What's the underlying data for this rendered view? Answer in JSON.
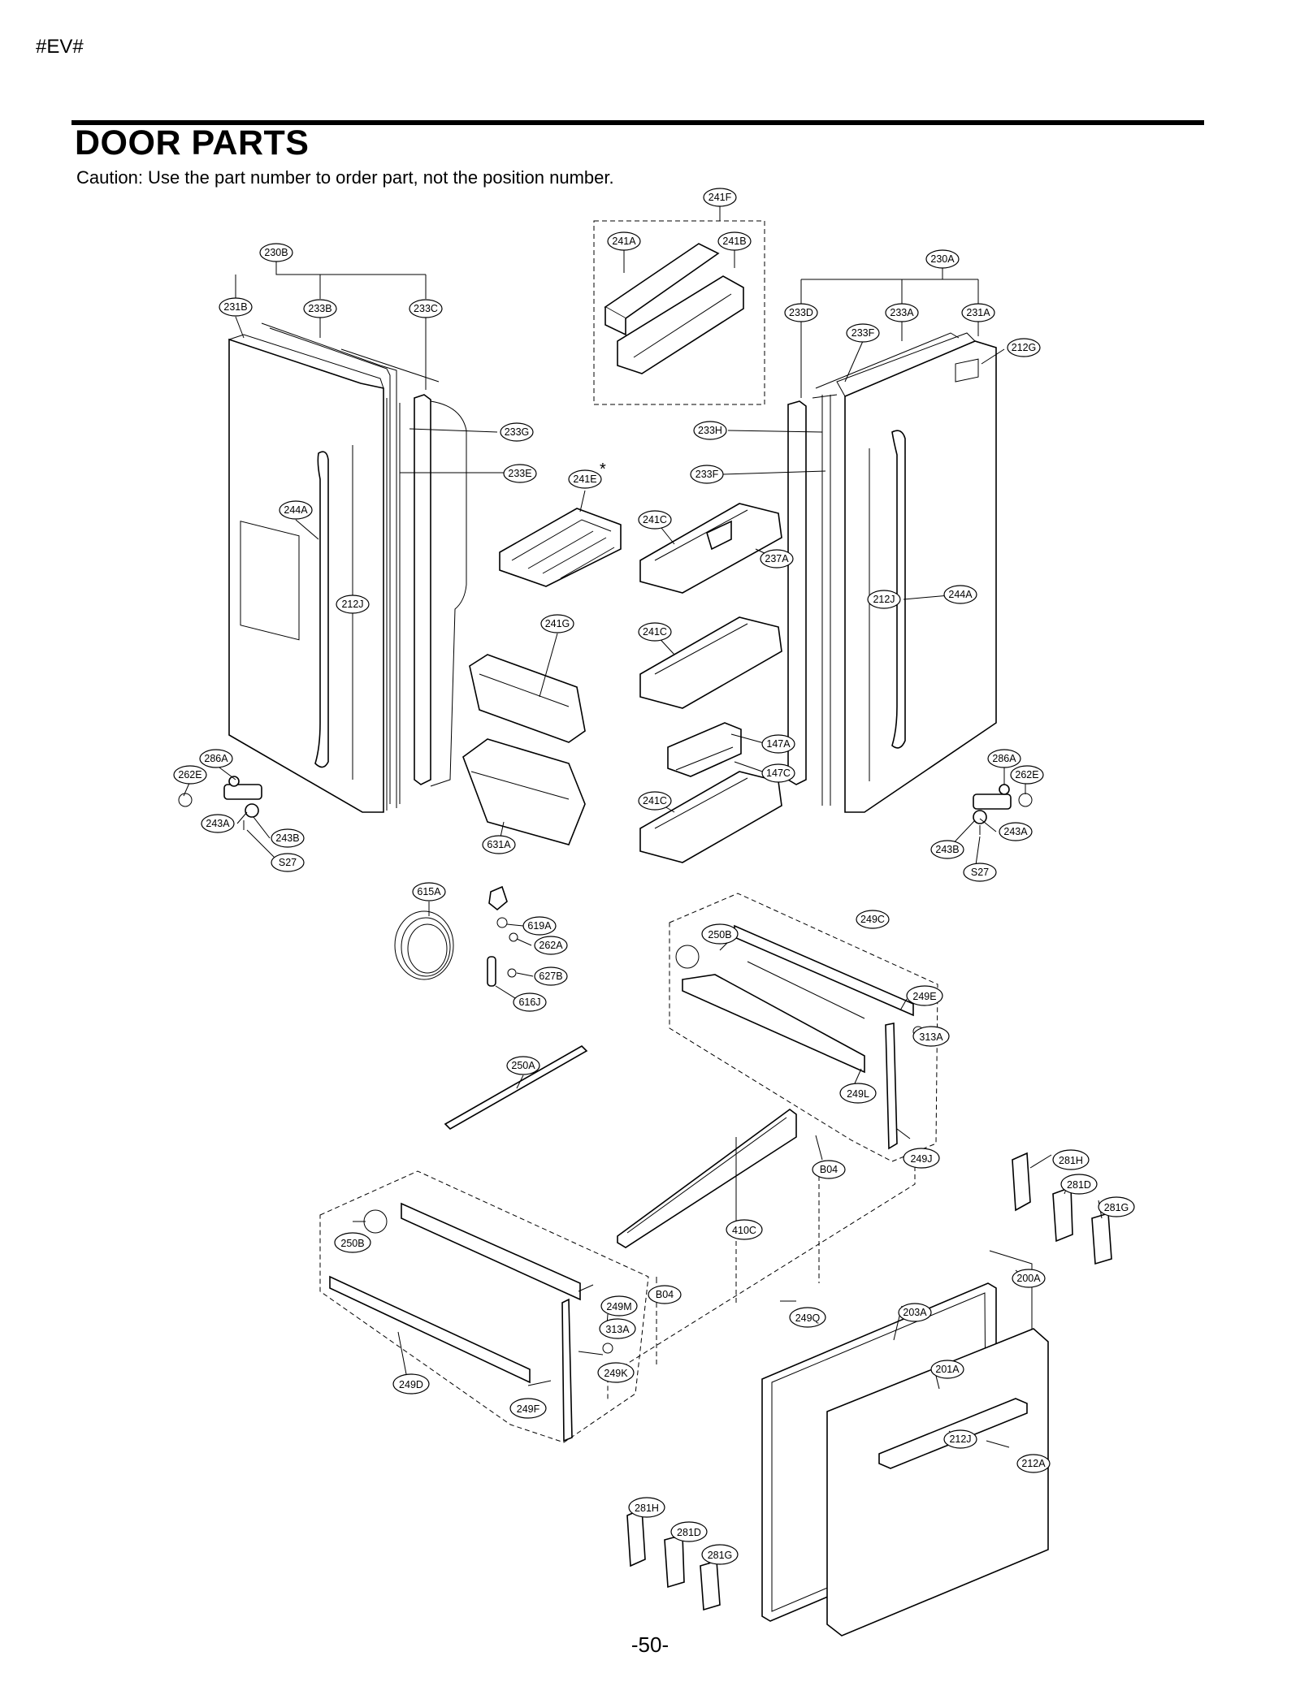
{
  "header": {
    "tag": "#EV#"
  },
  "title": "DOOR PARTS",
  "caution": "Caution: Use the part number to order part, not the position number.",
  "page_number": "-50-",
  "callouts": {
    "c241F": "241F",
    "c241A": "241A",
    "c241B": "241B",
    "c230B": "230B",
    "c231B": "231B",
    "c233B": "233B",
    "c233C": "233C",
    "c230A": "230A",
    "c233D": "233D",
    "c233A": "233A",
    "c231A": "231A",
    "c233F_top": "233F",
    "c212G": "212G",
    "c233G": "233G",
    "c233H": "233H",
    "c233E": "233E",
    "c241E": "241E",
    "c233F_mid": "233F",
    "c244A_left": "244A",
    "c241C_1": "241C",
    "c237A": "237A",
    "c212J_left": "212J",
    "c212J_right": "212J",
    "c244A_right": "244A",
    "c241G": "241G",
    "c241C_2": "241C",
    "c147A": "147A",
    "c147C": "147C",
    "c241C_3": "241C",
    "c286A_left": "286A",
    "c262E_left": "262E",
    "c243A_left": "243A",
    "c243B_left": "243B",
    "cS27_left": "S27",
    "c631A": "631A",
    "c286A_right": "286A",
    "c262E_right": "262E",
    "c243A_right": "243A",
    "c243B_right": "243B",
    "cS27_right": "S27",
    "c615A": "615A",
    "c619A": "619A",
    "c262A": "262A",
    "c627B": "627B",
    "c616J": "616J",
    "c249C": "249C",
    "c250B_top": "250B",
    "c249E": "249E",
    "c313A_top": "313A",
    "c249L": "249L",
    "c249J": "249J",
    "c250A": "250A",
    "cB04_top": "B04",
    "c410C": "410C",
    "c281H_right": "281H",
    "c281D_right": "281D",
    "c281G_right": "281G",
    "c250B_bottom": "250B",
    "cB04_bottom": "B04",
    "c249M": "249M",
    "c313A_bottom": "313A",
    "c249K": "249K",
    "c249D": "249D",
    "c249F": "249F",
    "c249Q": "249Q",
    "c200A": "200A",
    "c203A": "203A",
    "c201A": "201A",
    "c212J_bottom": "212J",
    "c212A": "212A",
    "c281H_bottom": "281H",
    "c281D_bottom": "281D",
    "c281G_bottom": "281G"
  }
}
